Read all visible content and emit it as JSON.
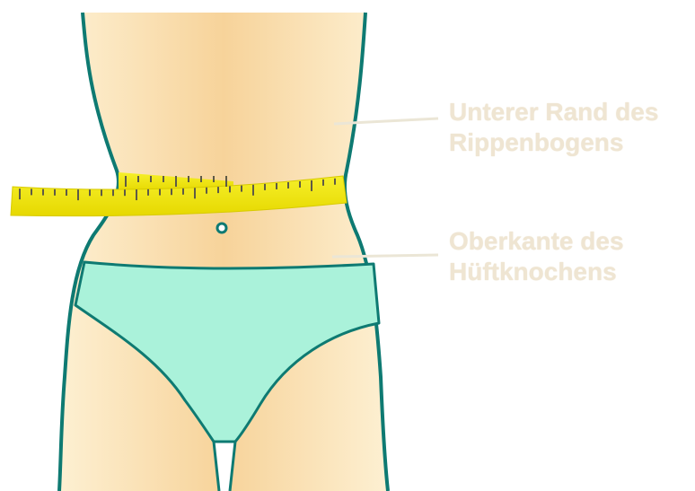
{
  "labels": {
    "rib_line1": "Unterer Rand des",
    "rib_line2": "Rippenbogens",
    "hip_line1": "Oberkante des",
    "hip_line2": "Hüftknochens"
  },
  "colors": {
    "skin_edge": "#fdebc4",
    "skin_center": "#f8d496",
    "outline": "#0e7a72",
    "tape": "#f2ec00",
    "tape_shadow": "#d8c800",
    "tape_ticks": "#5e5a46",
    "underwear": "#a9f3dc",
    "leader_line": "#ebe6d6",
    "label_text": "#efe5d2"
  }
}
